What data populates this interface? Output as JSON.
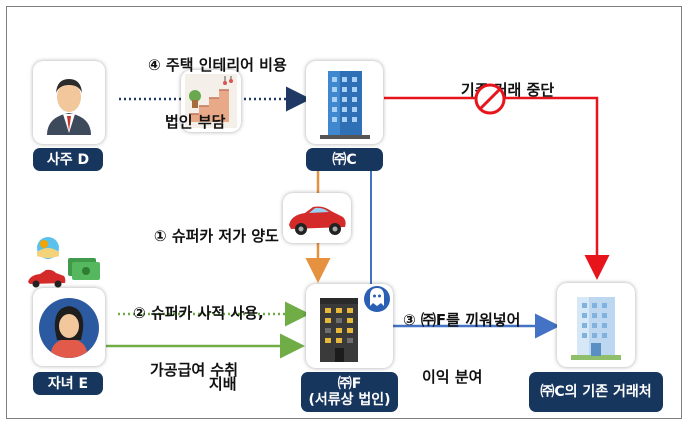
{
  "nodes": {
    "owner_d": {
      "label": "사주 D"
    },
    "company_c": {
      "label": "㈜C"
    },
    "child_e": {
      "label": "자녀 E"
    },
    "company_f": {
      "label": "㈜F",
      "sublabel": "(서류상 법인)"
    },
    "partner": {
      "label": "㈜C의 기존 거래처"
    }
  },
  "edges": {
    "interior": {
      "label_line1": "④ 주택 인테리어 비용",
      "label_line2": "법인 부담"
    },
    "stop_trade": {
      "label": "기존 거래 중단"
    },
    "car_transfer": {
      "label": "① 슈퍼카 저가 양도"
    },
    "car_private": {
      "label_line1": "② 슈퍼카 사적 사용,",
      "label_line2": "가공급여 수취"
    },
    "control": {
      "label": "지배"
    },
    "profit_split": {
      "label_line1": "③ ㈜F를 끼워넣어",
      "label_line2": "이익 분여"
    }
  },
  "colors": {
    "pill": "#17365d",
    "red_arrow": "#e8141c",
    "orange_arrow": "#e69140",
    "blue_arrow": "#4472c4",
    "green_arrow": "#70ad47",
    "dotted_navy": "#1f3864",
    "dotted_green": "#70ad47"
  }
}
